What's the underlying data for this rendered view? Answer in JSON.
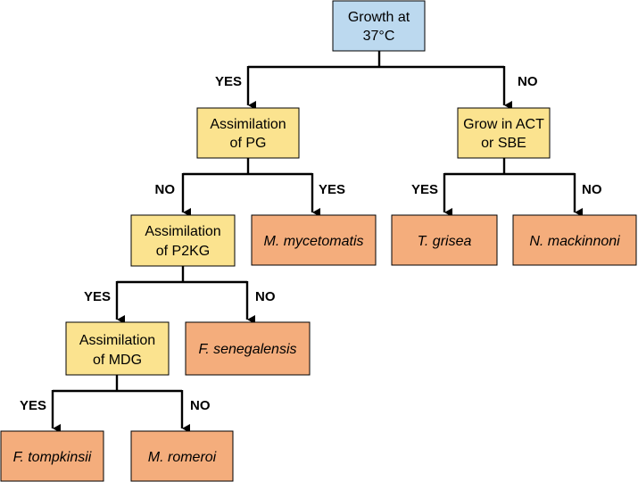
{
  "colors": {
    "root": "#bcd9ef",
    "question": "#fbe38f",
    "result": "#f4ad7c",
    "line": "#000000"
  },
  "nodes": {
    "root": {
      "lines": [
        "Growth at",
        "37°C"
      ]
    },
    "assim_pg": {
      "lines": [
        "Assimilation",
        "of PG"
      ]
    },
    "grow_act": {
      "lines": [
        "Grow in ACT",
        "or SBE"
      ]
    },
    "assim_p2kg": {
      "lines": [
        "Assimilation",
        "of P2KG"
      ]
    },
    "m_mycetomatis": {
      "lines": [
        "M. mycetomatis"
      ]
    },
    "t_grisea": {
      "lines": [
        "T. grisea"
      ]
    },
    "n_mackinnoni": {
      "lines": [
        "N. mackinnoni"
      ]
    },
    "assim_mdg": {
      "lines": [
        "Assimilation",
        "of MDG"
      ]
    },
    "f_senegalensis": {
      "lines": [
        "F. senegalensis"
      ]
    },
    "f_tompkinsii": {
      "lines": [
        "F. tompkinsii"
      ]
    },
    "m_romeroi": {
      "lines": [
        "M. romeroi"
      ]
    }
  },
  "labels": {
    "root_yes": "YES",
    "root_no": "NO",
    "pg_no": "NO",
    "pg_yes": "YES",
    "act_yes": "YES",
    "act_no": "NO",
    "p2kg_yes": "YES",
    "p2kg_no": "NO",
    "mdg_yes": "YES",
    "mdg_no": "NO"
  }
}
